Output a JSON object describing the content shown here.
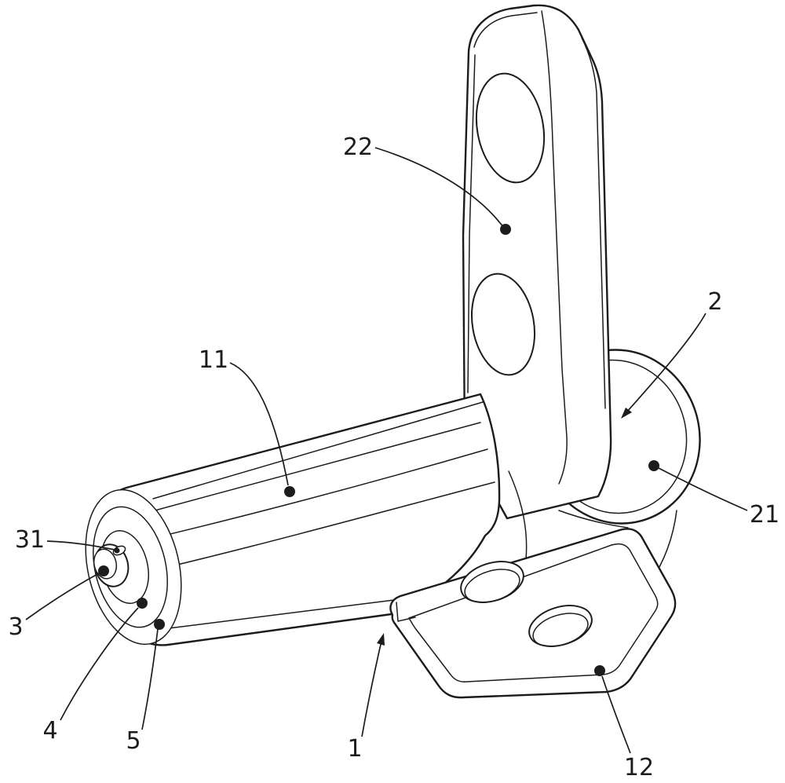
{
  "figure": {
    "background": "#ffffff",
    "line_color": "#1c1c1c",
    "label_color": "#1c1c1c",
    "type": "patent-style exploded technical drawing of a hinge damper bracket assembly"
  },
  "labels": {
    "l22": {
      "text": "22"
    },
    "l2": {
      "text": "2"
    },
    "l11": {
      "text": "11"
    },
    "l21": {
      "text": "21"
    },
    "l31": {
      "text": "31"
    },
    "l3": {
      "text": "3"
    },
    "l4": {
      "text": "4"
    },
    "l5": {
      "text": "5"
    },
    "l1": {
      "text": "1"
    },
    "l12": {
      "text": "12"
    }
  }
}
